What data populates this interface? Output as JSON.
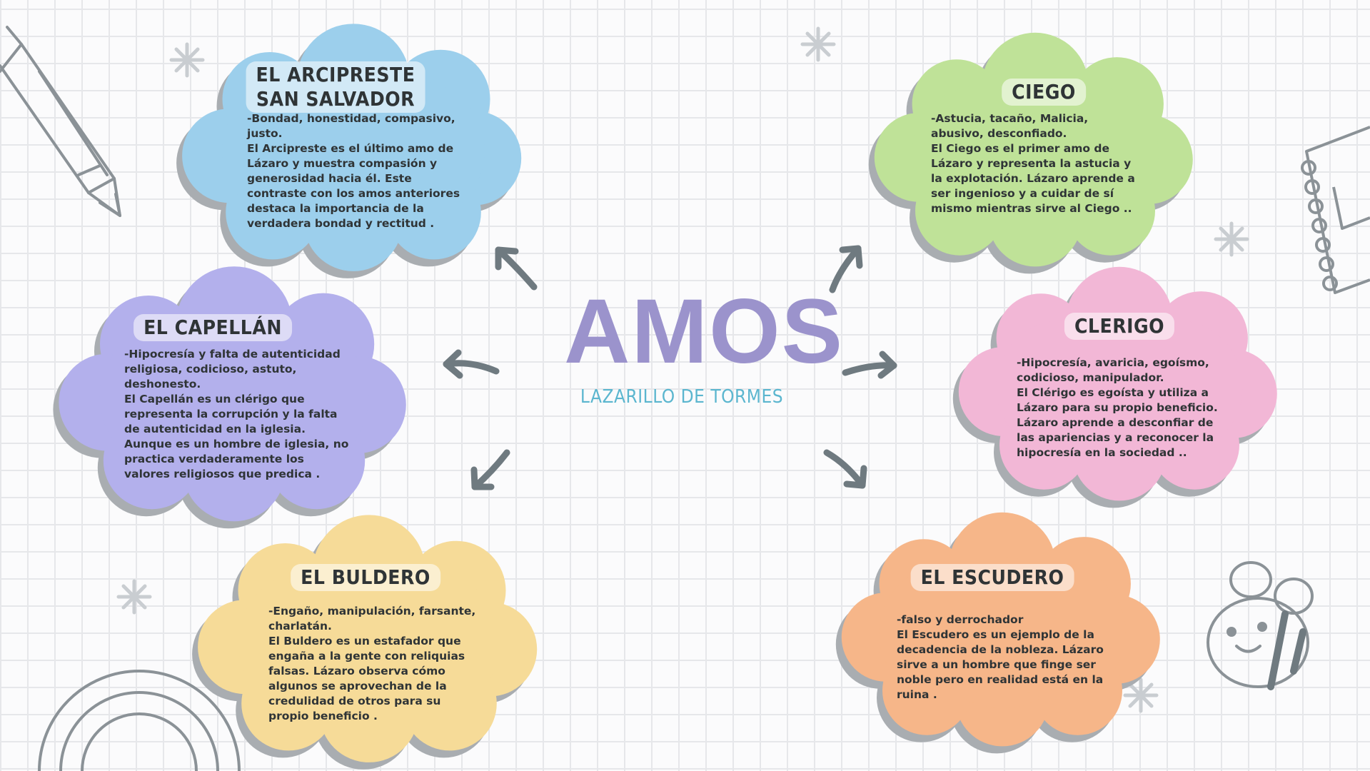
{
  "center": {
    "title": "AMOS",
    "subtitle": "LAZARILLO DE TORMES"
  },
  "nodes": [
    {
      "id": "arcipreste",
      "title": "EL ARCIPRESTE\nSAN SALVADOR",
      "text": "-Bondad, honestidad, compasivo,\njusto.\nEl Arcipreste es el último amo de\nLázaro y muestra compasión y\ngenerosidad hacia él. Este\ncontraste con los amos anteriores\ndestaca la importancia de la\nverdadera bondad y rectitud .",
      "color": "#9ccfec"
    },
    {
      "id": "capellan",
      "title": "EL CAPELLÁN",
      "text": "-Hipocresía y falta de autenticidad\nreligiosa, codicioso, astuto,\ndeshonesto.\nEl Capellán es un clérigo que\nrepresenta la corrupción y la falta\nde autenticidad en la iglesia.\nAunque es un hombre de iglesia, no\npractica verdaderamente los\nvalores religiosos que predica .",
      "color": "#b3b0ec"
    },
    {
      "id": "buldero",
      "title": "EL BULDERO",
      "text": "-Engaño, manipulación, farsante,\ncharlatán.\nEl Buldero es un estafador que\nengaña a la gente con reliquias\nfalsas. Lázaro observa cómo\nalgunos se aprovechan de la\ncredulidad de otros para su\npropio beneficio .",
      "color": "#f6db98"
    },
    {
      "id": "ciego",
      "title": "CIEGO",
      "text": "-Astucia, tacaño, Malicia,\nabusivo, desconfiado.\nEl Ciego es el primer amo de\nLázaro y representa la astucia y\nla explotación. Lázaro aprende a\nser ingenioso y a cuidar de sí\nmismo mientras sirve al Ciego ..",
      "color": "#bfe298"
    },
    {
      "id": "clerigo",
      "title": "CLERIGO",
      "text": "-Hipocresía, avaricia, egoísmo,\ncodicioso, manipulador.\nEl Clérigo es egoísta y utiliza a\nLázaro para su propio beneficio.\nLázaro aprende a desconfiar de\nlas apariencias y a reconocer la\nhipocresía en la sociedad ..",
      "color": "#f2b7d6"
    },
    {
      "id": "escudero",
      "title": "EL ESCUDERO",
      "text": "-falso y derrochador\nEl Escudero es un ejemplo de la\ndecadencia de la nobleza. Lázaro\nsirve a un hombre que finge ser\nnoble pero en realidad está en la\nruina .",
      "color": "#f6b689"
    }
  ],
  "colors": {
    "shadow": "#a9adb1",
    "arrow": "#6f7a80",
    "doodle": "#8b9297",
    "title_main": "#9b93cc",
    "title_sub": "#5bb6cf"
  }
}
